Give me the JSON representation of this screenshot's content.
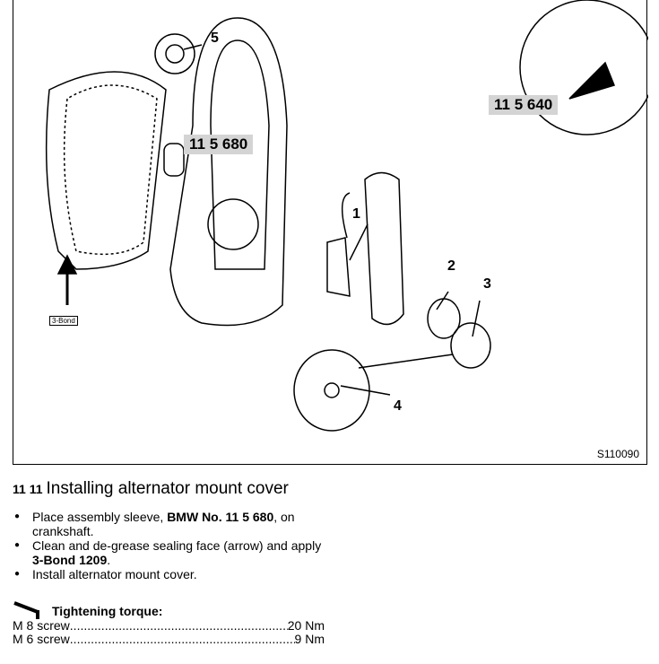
{
  "figure": {
    "callouts": [
      "1",
      "2",
      "3",
      "4",
      "5"
    ],
    "tools": [
      "11 5 680",
      "11 5 640"
    ],
    "sealant_label": "3-Bond",
    "figure_number": "S110090"
  },
  "section": {
    "number": "11 11",
    "title": "Installing alternator mount cover"
  },
  "steps": [
    {
      "pre": "Place assembly sleeve, ",
      "bold": "BMW No. 11 5 680",
      "post": ", on crankshaft."
    },
    {
      "pre": "Clean and de-grease sealing face (arrow) and apply ",
      "bold": "3-Bond 1209",
      "post": "."
    },
    {
      "pre": "Install alternator mount cover.",
      "bold": "",
      "post": ""
    }
  ],
  "torque": {
    "title": "Tightening torque:",
    "rows": [
      {
        "item": "M 8 screw ",
        "value": " 20 Nm"
      },
      {
        "item": "M 6 screw ",
        "value": " 9 Nm"
      }
    ]
  }
}
